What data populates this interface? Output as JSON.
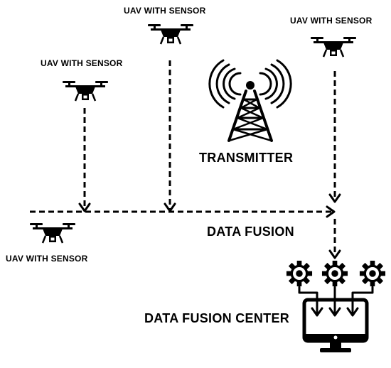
{
  "labels": {
    "uav_top_center": "UAV WITH SENSOR",
    "uav_top_right": "UAV WITH SENSOR",
    "uav_left": "UAV WITH SENSOR",
    "uav_bottom_left": "UAV WITH SENSOR",
    "transmitter": "TRANSMITTER",
    "data_fusion": "DATA FUSION",
    "data_fusion_center": "DATA FUSION CENTER"
  },
  "icons": {
    "drone": "drone-icon",
    "tower": "transmitter-tower-icon",
    "gear": "gear-icon",
    "monitor": "monitor-icon"
  },
  "colors": {
    "ink": "#000000",
    "background": "#ffffff"
  }
}
